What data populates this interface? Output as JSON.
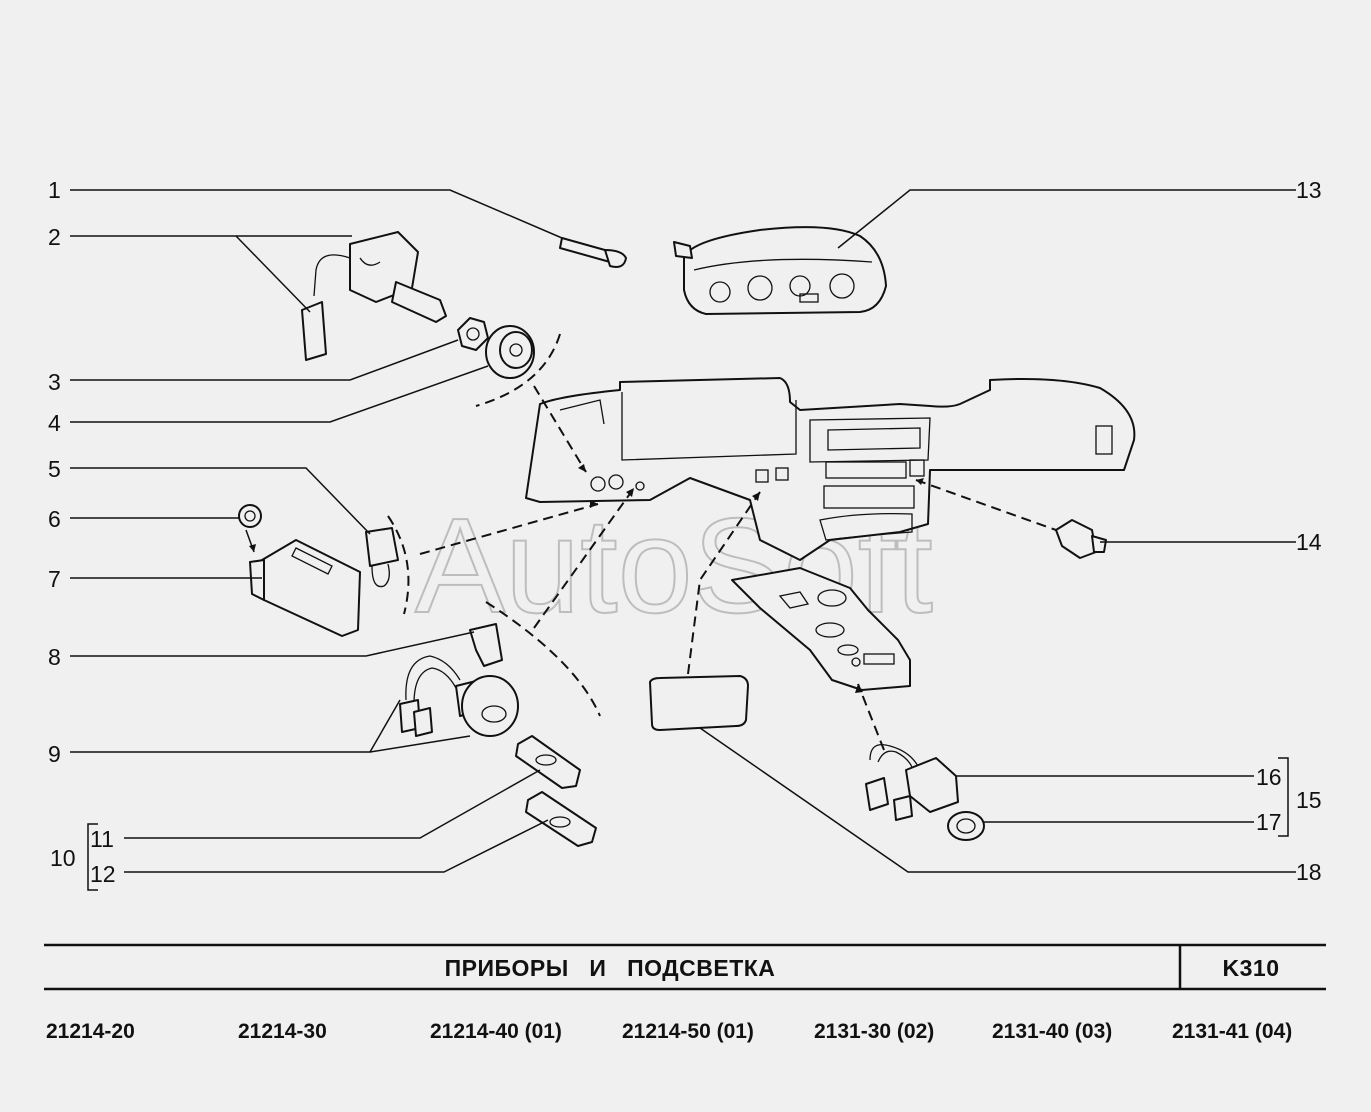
{
  "callouts": {
    "n1": "1",
    "n2": "2",
    "n3": "3",
    "n4": "4",
    "n5": "5",
    "n6": "6",
    "n7": "7",
    "n8": "8",
    "n9": "9",
    "n10": "10",
    "n11": "11",
    "n12": "12",
    "n13": "13",
    "n14": "14",
    "n15": "15",
    "n16": "16",
    "n17": "17",
    "n18": "18"
  },
  "watermark": "AutoSoft",
  "title_bar": {
    "title": "ПРИБОРЫ   И   ПОДСВЕТКА",
    "code": "K310"
  },
  "models": [
    "21214-20",
    "21214-30",
    "21214-40 (01)",
    "21214-50 (01)",
    "2131-30 (02)",
    "2131-40 (03)",
    "2131-41 (04)"
  ]
}
